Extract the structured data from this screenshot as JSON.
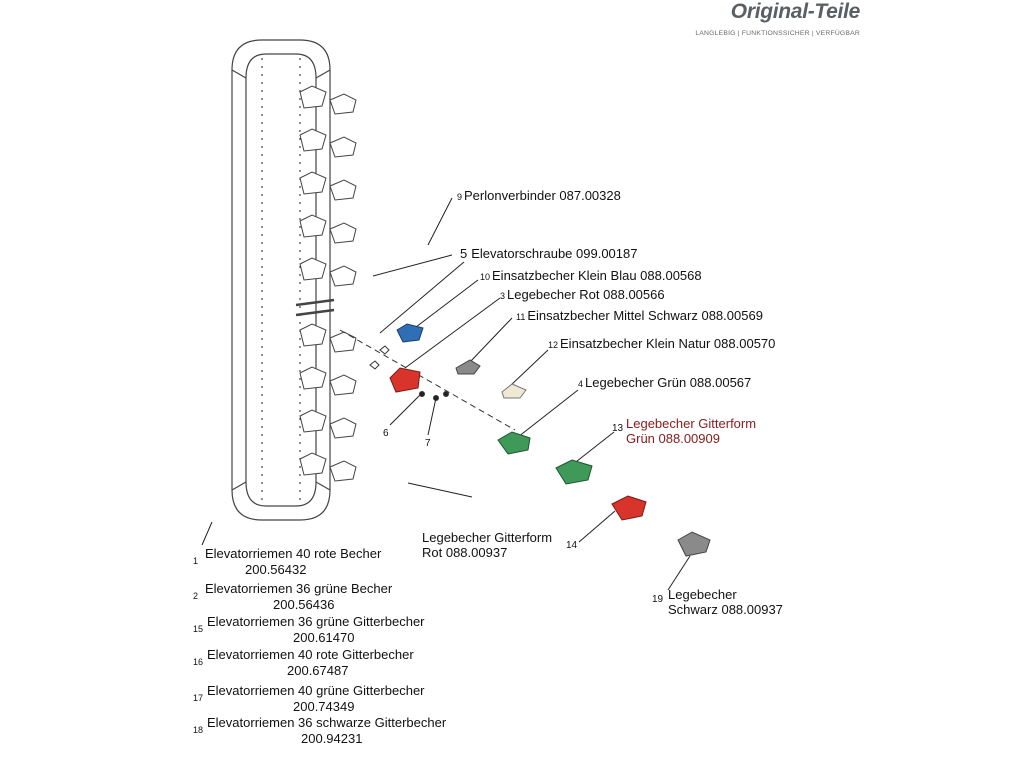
{
  "header": {
    "brand": "Original-Teile",
    "tagline": "LANGLEBIG | FUNKTIONSSICHER | VERFÜGBAR"
  },
  "colors": {
    "brand_gray": "#5a5f63",
    "cup_red": "#d9342b",
    "cup_green": "#3f9a5a",
    "cup_blue": "#2f6fb5",
    "cup_black": "#8a8a8a",
    "cup_natur": "#efe9d4",
    "label_dark_red": "#8b1a1a"
  },
  "parts": [
    {
      "num": "9",
      "text": "Perlonverbinder 087.00328"
    },
    {
      "num": "5",
      "text": "Elevatorschraube 099.00187"
    },
    {
      "num": "10",
      "text": "Einsatzbecher Klein Blau 088.00568"
    },
    {
      "num": "3",
      "text": "Legebecher Rot 088.00566"
    },
    {
      "num": "11",
      "text": "Einsatzbecher Mittel Schwarz 088.00569"
    },
    {
      "num": "12",
      "text": "Einsatzbecher Klein Natur 088.00570"
    },
    {
      "num": "4",
      "text": "Legebecher Grün 088.00567"
    },
    {
      "num": "13",
      "line1": "Legebecher Gitterform",
      "line2": "Grün 088.00909"
    },
    {
      "num": "14",
      "line1": "Legebecher Gitterform",
      "line2": "Rot 088.00937"
    },
    {
      "num": "19",
      "line1": "Legebecher",
      "line2": "Schwarz 088.00937"
    },
    {
      "num": "6"
    },
    {
      "num": "7"
    }
  ],
  "belts": [
    {
      "num": "1",
      "name": "Elevatorriemen 40 rote Becher",
      "code": "200.56432"
    },
    {
      "num": "2",
      "name": "Elevatorriemen 36 grüne Becher",
      "code": "200.56436"
    },
    {
      "num": "15",
      "name": "Elevatorriemen 36 grüne Gitterbecher",
      "code": "200.61470"
    },
    {
      "num": "16",
      "name": "Elevatorriemen 40 rote Gitterbecher",
      "code": "200.67487"
    },
    {
      "num": "17",
      "name": "Elevatorriemen 40 grüne Gitterbecher",
      "code": "200.74349"
    },
    {
      "num": "18",
      "name": "Elevatorriemen 36 schwarze Gitterbecher",
      "code": "200.94231"
    }
  ]
}
